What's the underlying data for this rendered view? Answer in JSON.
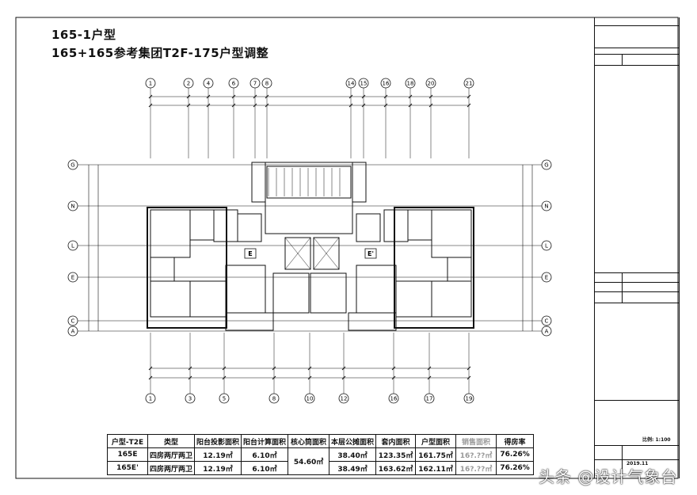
{
  "header": {
    "title": "165-1户型",
    "subtitle": "165+165参考集团T2F-175户型调整"
  },
  "grid_axes": {
    "top": [
      "1",
      "2",
      "4",
      "6",
      "7",
      "8",
      "14",
      "15",
      "16",
      "18",
      "20",
      "21"
    ],
    "bottom": [
      "1",
      "3",
      "5",
      "8",
      "10",
      "12",
      "16",
      "17",
      "19"
    ],
    "side": [
      "G",
      "N",
      "L",
      "E",
      "C",
      "A"
    ]
  },
  "plan": {
    "unit_labels": [
      "E",
      "E'"
    ]
  },
  "area_table": {
    "headers": [
      "户型-T2E",
      "类型",
      "阳台投影面积",
      "阳台计算面积",
      "核心筒面积",
      "本层公摊面积",
      "套内面积",
      "户型面积",
      "销售面积",
      "得房率"
    ],
    "rows": [
      [
        "165E",
        "四房两厅两卫",
        "12.19㎡",
        "6.10㎡",
        "54.60㎡",
        "38.40㎡",
        "123.35㎡",
        "161.75㎡",
        "16?.??㎡",
        "76.26%"
      ],
      [
        "165E'",
        "四房两厅两卫",
        "12.19㎡",
        "6.10㎡",
        "",
        "38.49㎡",
        "163.62㎡",
        "162.11㎡",
        "16?.??㎡",
        "76.26%"
      ]
    ]
  },
  "title_block": {
    "scale": "比例: 1:100",
    "date": "2019.11"
  },
  "watermark": "头条 @设计气象台",
  "colors": {
    "line": "#111111",
    "background": "#ffffff"
  }
}
